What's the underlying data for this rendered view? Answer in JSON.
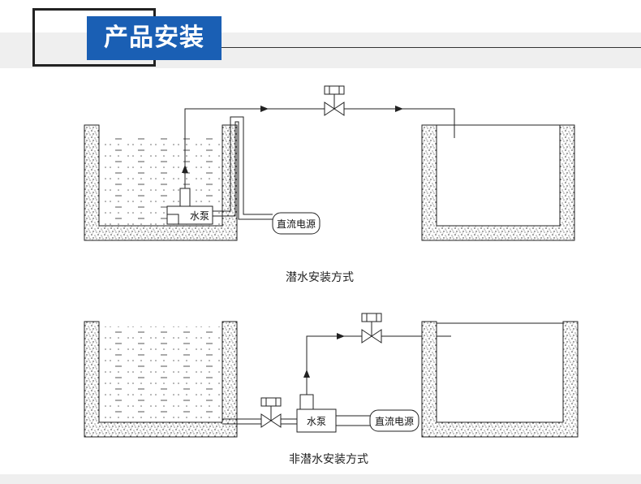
{
  "header": {
    "title": "产品安装"
  },
  "diagram1": {
    "pump_label": "水泵",
    "power_label": "直流电源",
    "caption": "潜水安装方式"
  },
  "diagram2": {
    "pump_label": "水泵",
    "power_label": "直流电源",
    "caption": "非潜水安装方式"
  },
  "colors": {
    "accent": "#1a5fb4",
    "line": "#222222",
    "band": "#efefef"
  }
}
